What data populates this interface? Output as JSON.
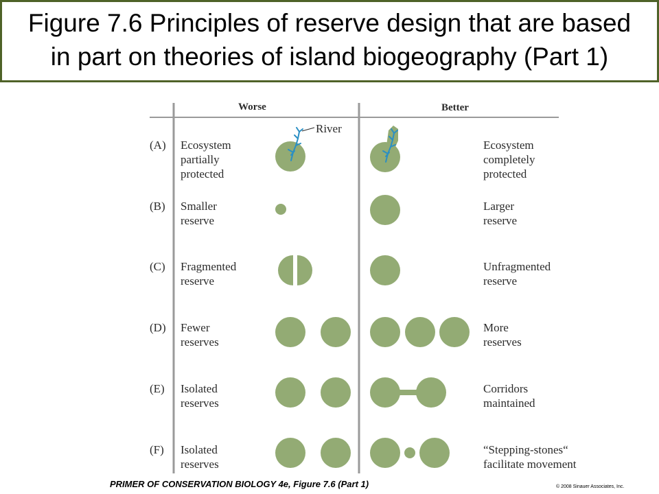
{
  "title": {
    "line1": "Figure 7.6  Principles of reserve design that are based",
    "line2": "in part on theories of island biogeography (Part 1)"
  },
  "diagram": {
    "headers": {
      "worse": "Worse",
      "better": "Better"
    },
    "river_label": "River",
    "rows": [
      {
        "letter": "(A)",
        "worse": [
          "Ecosystem",
          "partially",
          "protected"
        ],
        "better": [
          "Ecosystem",
          "completely",
          "protected"
        ]
      },
      {
        "letter": "(B)",
        "worse": [
          "Smaller",
          "reserve"
        ],
        "better": [
          "Larger",
          "reserve"
        ]
      },
      {
        "letter": "(C)",
        "worse": [
          "Fragmented",
          "reserve"
        ],
        "better": [
          "Unfragmented",
          "reserve"
        ]
      },
      {
        "letter": "(D)",
        "worse": [
          "Fewer",
          "reserves"
        ],
        "better": [
          "More",
          "reserves"
        ]
      },
      {
        "letter": "(E)",
        "worse": [
          "Isolated",
          "reserves"
        ],
        "better": [
          "Corridors",
          "maintained"
        ]
      },
      {
        "letter": "(F)",
        "worse": [
          "Isolated",
          "reserves"
        ],
        "better": [
          "“Stepping-stones“",
          "facilitate movement"
        ]
      }
    ],
    "colors": {
      "reserve": "#93ab74",
      "river": "#2a8fc4",
      "rule": "#9a9a9a"
    }
  },
  "footer": {
    "caption": "PRIMER OF CONSERVATION BIOLOGY 4e, Figure 7.6 (Part 1)",
    "copyright": "© 2008 Sinauer Associates, Inc."
  }
}
